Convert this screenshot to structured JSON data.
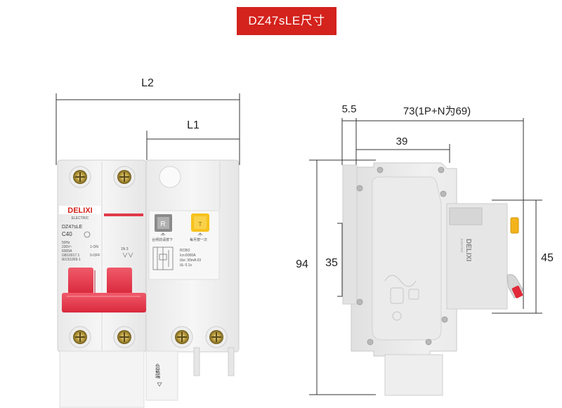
{
  "title": "DZ47sLE尺寸",
  "dimensions": {
    "L2": "L2",
    "L1": "L1",
    "d5_5": "5.5",
    "d73": "73(1P+N为69)",
    "d39": "39",
    "d94": "94",
    "d35": "35",
    "d45": "45"
  },
  "front_labels": {
    "brand": "DELIXI",
    "brand_sub": "ELECTRIC",
    "model": "DZ47sLE",
    "rating": "C40",
    "spec_lines": [
      "50Hz",
      "230V~",
      "6000A",
      "GB16917.1",
      "IEC61009-1"
    ],
    "spec2_lines": [
      "1-ON",
      "0-OFF"
    ],
    "pole_marks": "1N  3",
    "reset_btn": "R",
    "test_btn": "T",
    "reset_text": "合闸前请按下",
    "test_text": "每月按一次",
    "rcbo_lines": [
      "RCBO",
      "Icn:6000A",
      "IΔn: 30mA  03",
      "IΔ: 0.1s"
    ],
    "load_text": "负载端"
  },
  "side_labels": {
    "brand": "DELIXI",
    "brand_sub": "ELECTRIC"
  },
  "colors": {
    "banner": "#d4221c",
    "handle": "#e4384a",
    "body": "#f1f1f1",
    "test_btn": "#f6c21c",
    "dim_line": "#333333"
  }
}
